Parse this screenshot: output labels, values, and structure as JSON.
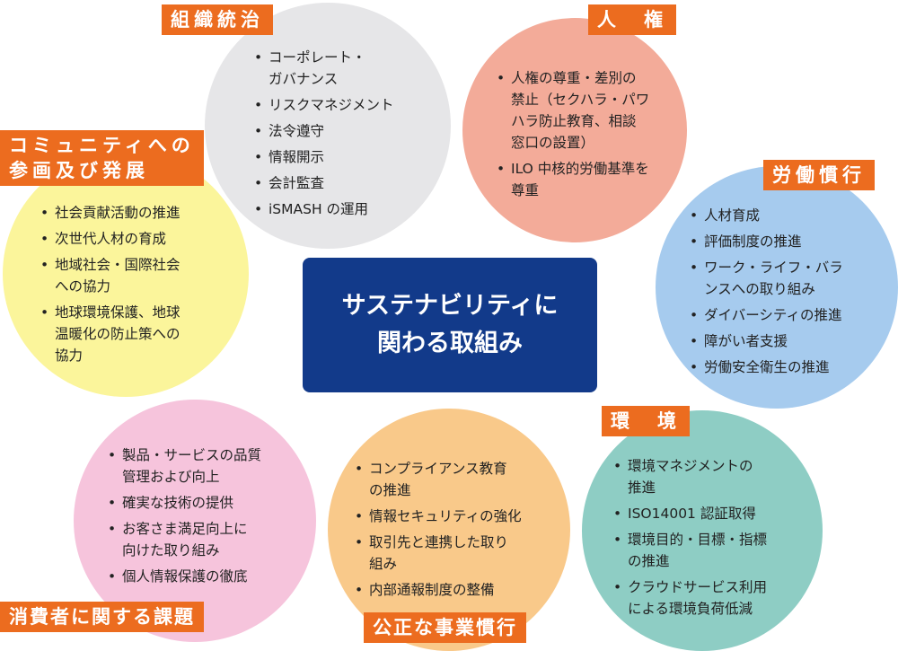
{
  "center": {
    "line1": "サステナビリティに",
    "line2": "関わる取組み"
  },
  "colors": {
    "label": "#ec6c1f",
    "center": "#123a8a"
  },
  "sections": [
    {
      "title": "組織統治",
      "items": [
        "コーポレート・\nガバナンス",
        "リスクマネジメント",
        "法令遵守",
        "情報開示",
        "会計監査",
        "iSMASH の運用"
      ]
    },
    {
      "title": "人　権",
      "items": [
        "人権の尊重・差別の\n禁止（セクハラ・パワ\nハラ防止教育、相談\n窓口の設置）",
        "ILO 中核的労働基準を\n尊重"
      ]
    },
    {
      "title": "コミュニティへの\n参画及び発展",
      "items": [
        "社会貢献活動の推進",
        "次世代人材の育成",
        "地域社会・国際社会\nへの協力",
        "地球環境保護、地球\n温暖化の防止策への\n協力"
      ]
    },
    {
      "title": "労働慣行",
      "items": [
        "人材育成",
        "評価制度の推進",
        "ワーク・ライフ・バラ\nンスへの取り組み",
        "ダイバーシティの推進",
        "障がい者支援",
        "労働安全衛生の推進"
      ]
    },
    {
      "title": "消費者に関する課題",
      "items": [
        "製品・サービスの品質\n管理および向上",
        "確実な技術の提供",
        "お客さま満足向上に\n向けた取り組み",
        "個人情報保護の徹底"
      ]
    },
    {
      "title": "公正な事業慣行",
      "items": [
        "コンプライアンス教育\nの推進",
        "情報セキュリティの強化",
        "取引先と連携した取り\n組み",
        "内部通報制度の整備"
      ]
    },
    {
      "title": "環　境",
      "items": [
        "環境マネジメントの\n推進",
        "ISO14001 認証取得",
        "環境目的・目標・指標\nの推進",
        "クラウドサービス利用\nによる環境負荷低減"
      ]
    }
  ]
}
